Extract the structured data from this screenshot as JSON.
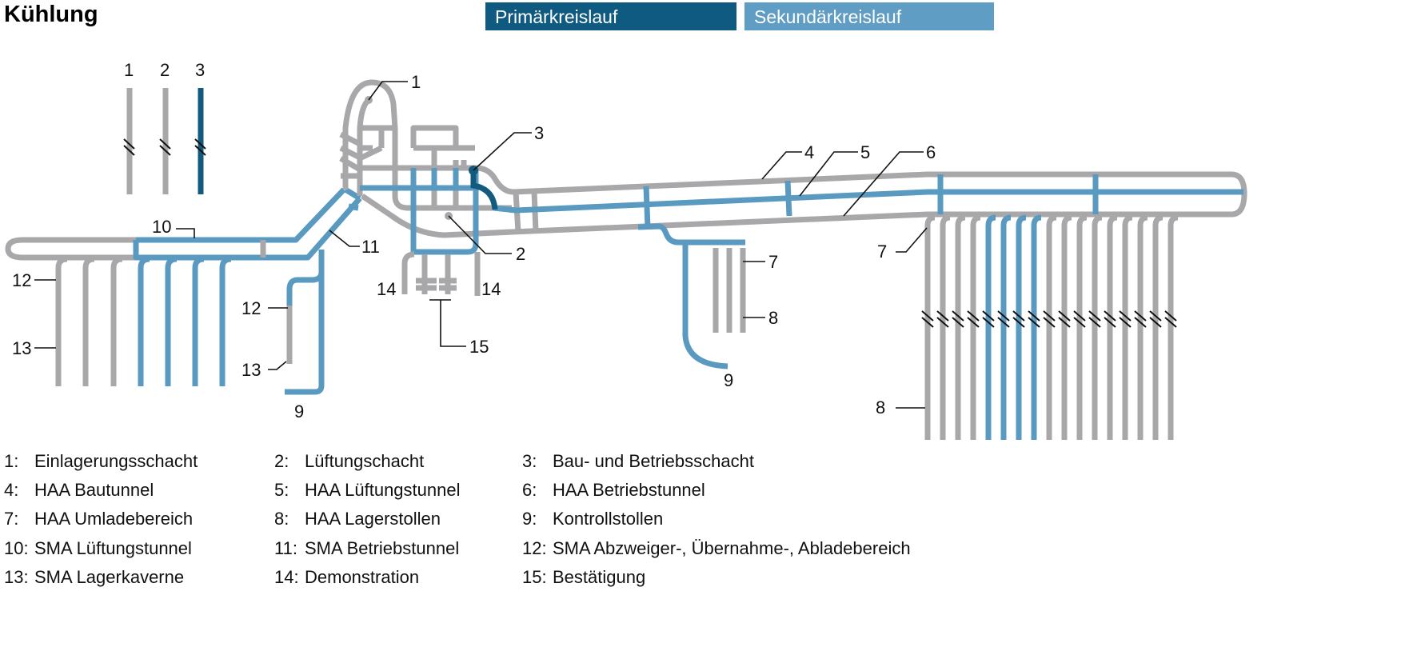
{
  "title": "Kühlung",
  "legend": {
    "primary": "Primärkreislauf",
    "secondary": "Sekundärkreislauf"
  },
  "colors": {
    "other": "#a8a7aa",
    "secondary": "#5a9ac0",
    "primary": "#125a7e"
  },
  "labels": {
    "l1": "1",
    "l2": "2",
    "l3": "3",
    "l4": "4",
    "l5": "5",
    "l6": "6",
    "l7": "7",
    "l8": "8",
    "l9": "9",
    "l10": "10",
    "l11": "11",
    "l12": "12",
    "l13": "13",
    "l14": "14",
    "l15": "15"
  },
  "key": [
    {
      "n": "1:",
      "t": "Einlagerungsschacht"
    },
    {
      "n": "2:",
      "t": "Lüftungschacht"
    },
    {
      "n": "3:",
      "t": "Bau- und Betriebsschacht"
    },
    {
      "n": "4:",
      "t": "HAA Bautunnel"
    },
    {
      "n": "5:",
      "t": "HAA Lüftungstunnel"
    },
    {
      "n": "6:",
      "t": "HAA Betriebstunnel"
    },
    {
      "n": "7:",
      "t": "HAA Umladebereich"
    },
    {
      "n": "8:",
      "t": "HAA Lagerstollen"
    },
    {
      "n": "9:",
      "t": "Kontrollstollen"
    },
    {
      "n": "10:",
      "t": "SMA Lüftungstunnel"
    },
    {
      "n": "11:",
      "t": "SMA Betriebstunnel"
    },
    {
      "n": "12:",
      "t": "SMA Abzweiger-, Übernahme-, Abladebereich"
    },
    {
      "n": "13:",
      "t": "SMA Lagerkaverne"
    },
    {
      "n": "14:",
      "t": "Demonstration"
    },
    {
      "n": "15:",
      "t": "Bestätigung"
    }
  ]
}
